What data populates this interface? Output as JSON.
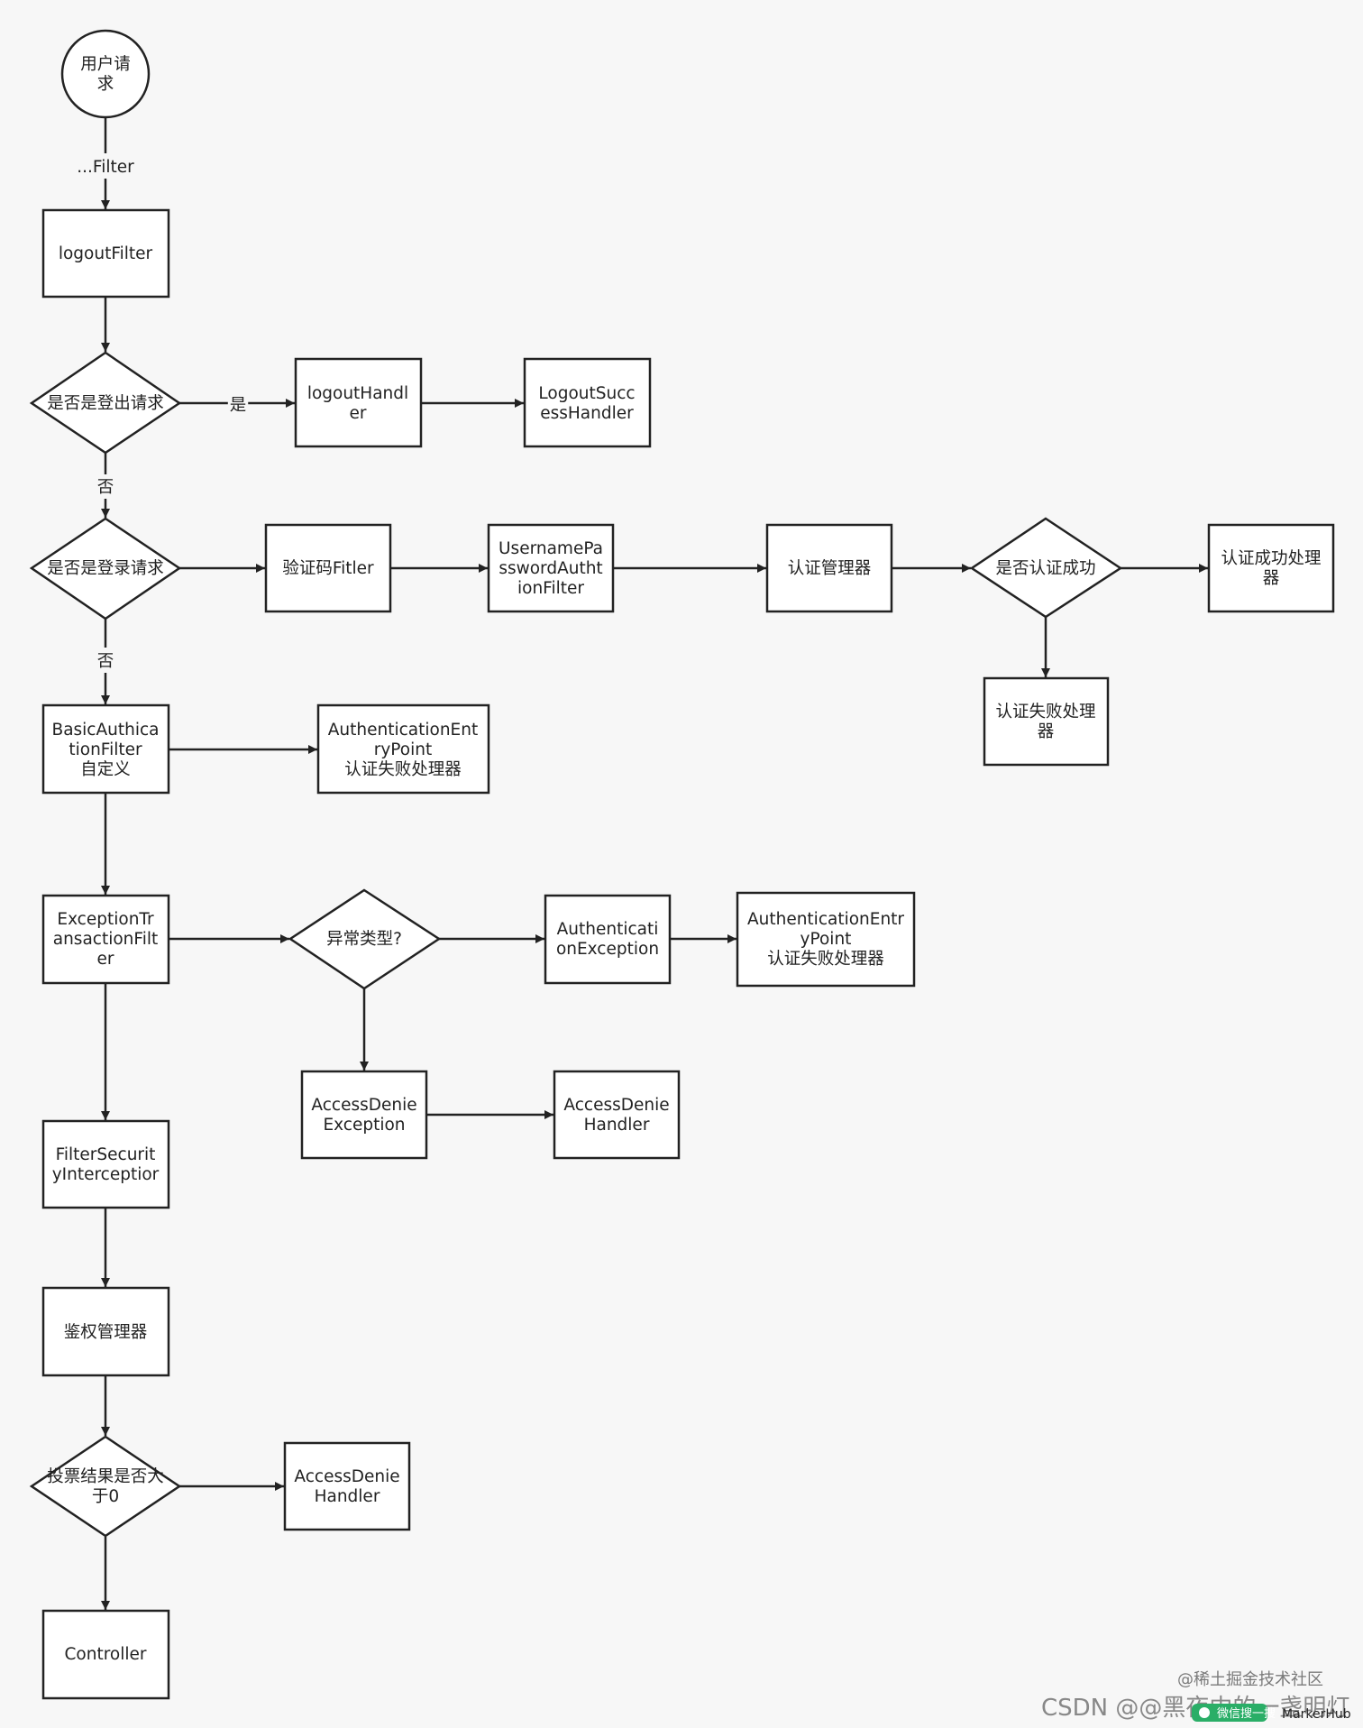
{
  "nodes": {
    "start": [
      "用户请",
      "求"
    ],
    "logout_filter": [
      "logoutFilter"
    ],
    "is_logout": [
      "是否是登出请求"
    ],
    "logout_handler": [
      "logoutHandl",
      "er"
    ],
    "logout_success": [
      "LogoutSucc",
      "essHandler"
    ],
    "is_login": [
      "是否是登录请求"
    ],
    "captcha": [
      "验证码Fitler"
    ],
    "upaf": [
      "UsernamePa",
      "sswordAutht",
      "ionFilter"
    ],
    "auth_mgr": [
      "认证管理器"
    ],
    "auth_ok": [
      "是否认证成功"
    ],
    "auth_success": [
      "认证成功处理",
      "器"
    ],
    "auth_fail": [
      "认证失败处理",
      "器"
    ],
    "basic_filter": [
      "BasicAuthica",
      "tionFilter",
      "自定义"
    ],
    "entry_point_1": [
      "AuthenticationEnt",
      "ryPoint",
      "认证失败处理器"
    ],
    "etf": [
      "ExceptionTr",
      "ansactionFilt",
      "er"
    ],
    "exc_type": [
      "异常类型?"
    ],
    "authn_exc": [
      "Authenticati",
      "onException"
    ],
    "entry_point_2": [
      "AuthenticationEntr",
      "yPoint",
      "认证失败处理器"
    ],
    "ade": [
      "AccessDenie",
      "Exception"
    ],
    "adh_1": [
      "AccessDenie",
      "Handler"
    ],
    "fsi": [
      "FilterSecurit",
      "yInterceptior"
    ],
    "authz_mgr": [
      "鉴权管理器"
    ],
    "vote": [
      "投票结果是否大",
      "于0"
    ],
    "adh_2": [
      "AccessDenie",
      "Handler"
    ],
    "controller": [
      "Controller"
    ]
  },
  "edge_labels": {
    "start_to_logout_filter": "...Filter",
    "is_logout_yes": "是",
    "is_logout_no": "否",
    "is_login_no": "否"
  },
  "watermarks": {
    "juejin": "@稀土掘金技术社区",
    "csdn": "CSDN @@黑夜中的一盏明灯",
    "wechat_badge": "微信搜一搜",
    "markerhub": "MarkerHub"
  },
  "colors": {
    "stroke": "#222222",
    "background": "#f7f7f7",
    "node_fill": "#ffffff",
    "badge": "#2aae67"
  }
}
